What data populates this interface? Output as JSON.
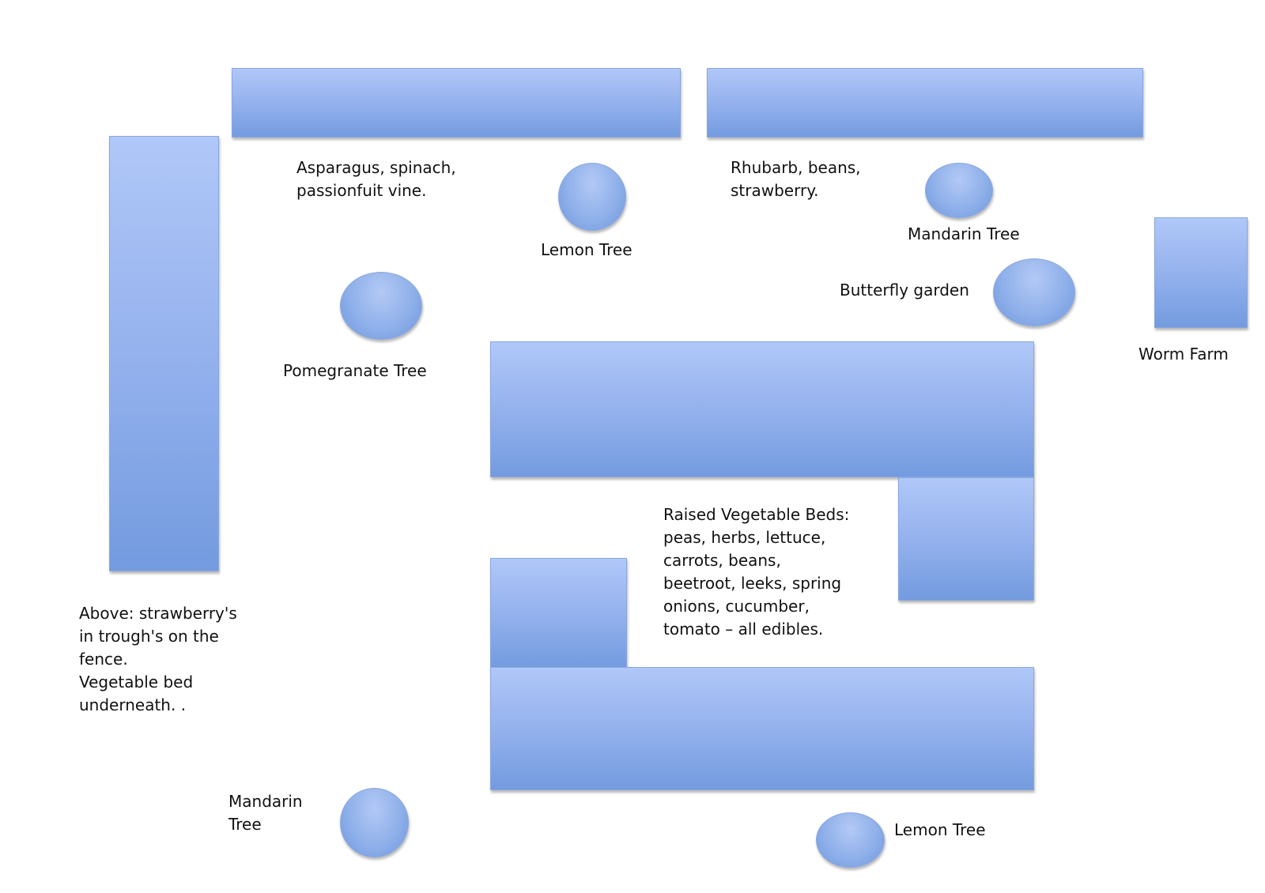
{
  "labels": {
    "top_left_bed": "Asparagus, spinach,\npassionfuit vine.",
    "top_right_bed": "Rhubarb, beans,\nstrawberry.",
    "lemon_tree_top": "Lemon Tree",
    "mandarin_tree_top": "Mandarin Tree",
    "butterfly_garden": "Butterfly garden",
    "worm_farm": "Worm Farm",
    "pomegranate_tree": "Pomegranate Tree",
    "raised_beds": "Raised Vegetable Beds:\npeas, herbs, lettuce,\ncarrots, beans,\nbeetroot, leeks, spring\nonions, cucumber,\ntomato – all edibles.",
    "fence_note": "Above: strawberry's\nin trough's on the\nfence.\nVegetable bed\nunderneath. .",
    "mandarin_tree_bottom": "Mandarin\nTree",
    "lemon_tree_bottom": "Lemon Tree"
  },
  "colors": {
    "shape_fill_top": "#b0c8f8",
    "shape_fill_bottom": "#739bdf",
    "shape_border": "#8aa6dc"
  }
}
